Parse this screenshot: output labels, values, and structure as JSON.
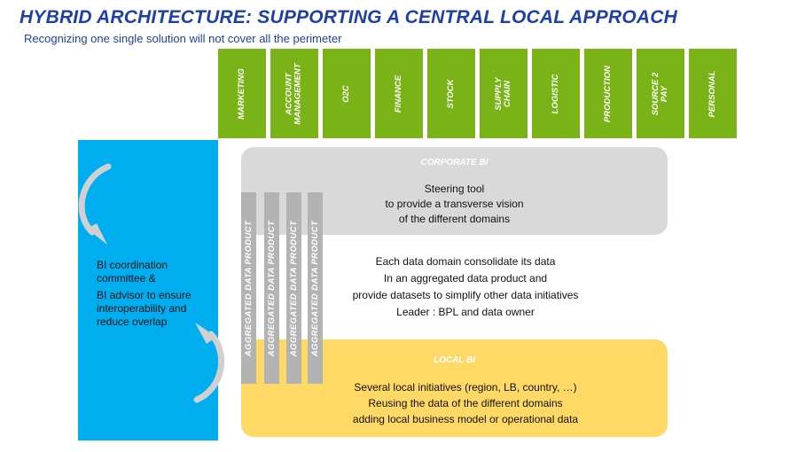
{
  "title": "HYBRID ARCHITECTURE: SUPPORTING A CENTRAL LOCAL APPROACH",
  "subtitle": "Recognizing one single solution will not cover all the perimeter",
  "domains": [
    "MARKETING",
    "ACCOUNT\nMANAGEMENT",
    "O2C",
    "FINANCE",
    "STOCK",
    "SUPPLY\nCHAIN",
    "LOGISTIC",
    "PRODUCTION",
    "SOURCE 2\nPAY",
    "PERSONAL"
  ],
  "coordination": {
    "line1": "BI coordination committee &",
    "line2": "BI advisor to ensure interoperability and reduce overlap"
  },
  "corporate_bi": {
    "title": "CORPORATE BI",
    "lines": [
      "Steering tool",
      "to provide a transverse vision",
      "of the different domains"
    ]
  },
  "middle": {
    "lines": [
      "Each data domain consolidate its data",
      "In an aggregated data product and",
      "provide datasets to simplify other data initiatives",
      "Leader : BPL and data owner"
    ]
  },
  "local_bi": {
    "title": "LOCAL BI",
    "lines": [
      "Several local initiatives  (region, LB, country, …)",
      "Reusing the data of the different domains",
      "adding local business model or operational data"
    ]
  },
  "aggregated_label": "AGGREGATED DATA PRODUCT",
  "colors": {
    "title": "#1f3fa8",
    "domain": "#7ab317",
    "coordination": "#00aeef",
    "corporate": "#d9d9d9",
    "local": "#ffd966",
    "aggregated": "#b3b3b3",
    "arrow": "#d0d0d0"
  }
}
